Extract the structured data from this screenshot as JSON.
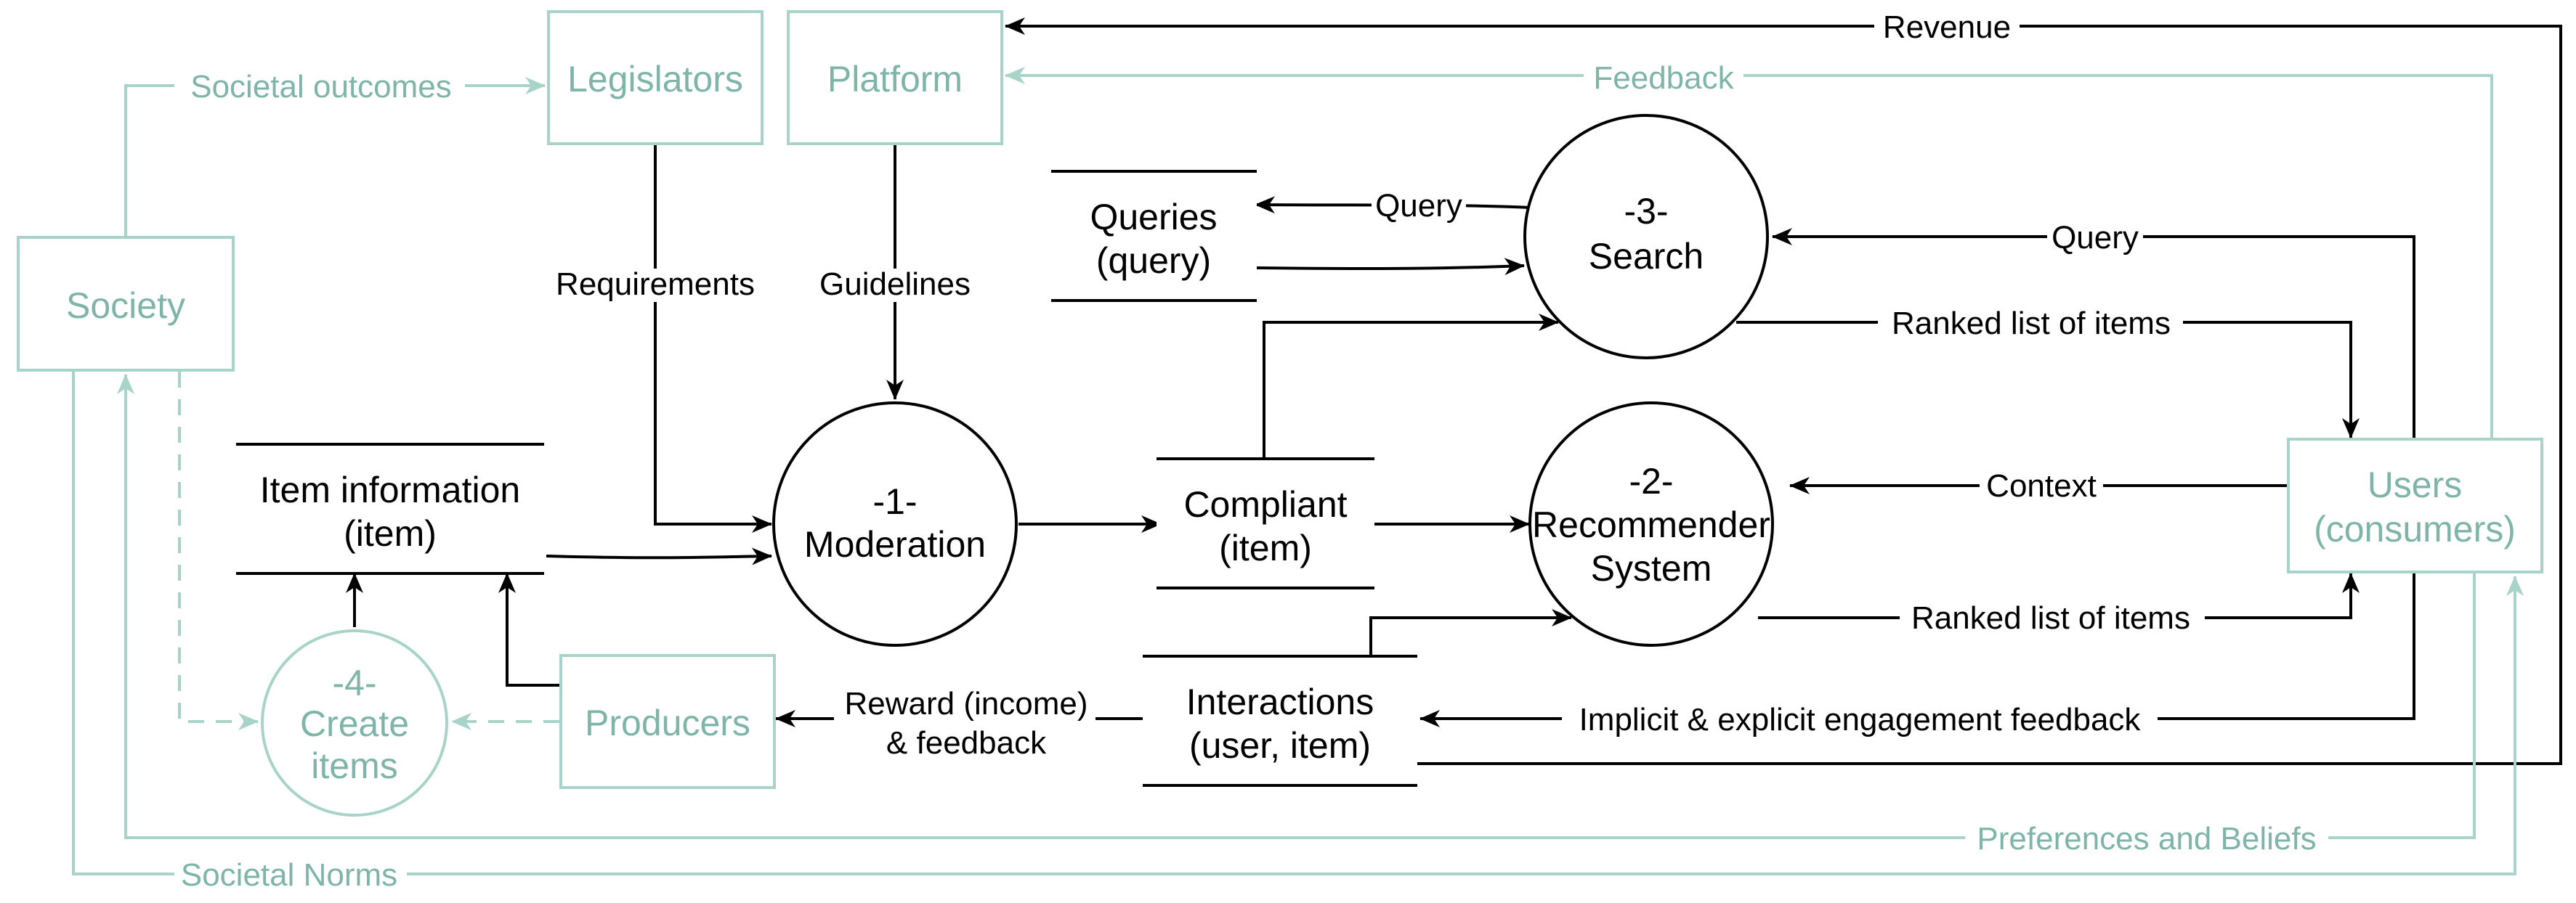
{
  "colors": {
    "dark": "#000000",
    "teal": "#7fb5a8",
    "teal_light": "#a8d3c8",
    "background": "#ffffff"
  },
  "entities": {
    "legislators": "Legislators",
    "platform": "Platform",
    "society": "Society",
    "producers": "Producers",
    "users": [
      "Users",
      "(consumers)"
    ]
  },
  "processes": {
    "moderation": [
      "-1-",
      "Moderation"
    ],
    "recommender": [
      "-2-",
      "Recommender",
      "System"
    ],
    "search": [
      "-3-",
      "Search"
    ],
    "create_items": [
      "-4-",
      "Create",
      "items"
    ]
  },
  "datastores": {
    "item_information": [
      "Item information",
      "(item)"
    ],
    "queries": [
      "Queries",
      "(query)"
    ],
    "compliant": [
      "Compliant",
      "(item)"
    ],
    "interactions": [
      "Interactions",
      "(user, item)"
    ]
  },
  "flows": {
    "revenue": "Revenue",
    "feedback": "Feedback",
    "societal_outcomes": "Societal outcomes",
    "requirements": "Requirements",
    "guidelines": "Guidelines",
    "query_to_store": "Query",
    "query_from_users": "Query",
    "ranked_list_search": "Ranked list of items",
    "context": "Context",
    "ranked_list_recsys": "Ranked list of items",
    "engagement_feedback": "Implicit & explicit engagement feedback",
    "reward": [
      "Reward (income)",
      "& feedback"
    ],
    "preferences_beliefs": "Preferences and Beliefs",
    "societal_norms": "Societal Norms"
  }
}
